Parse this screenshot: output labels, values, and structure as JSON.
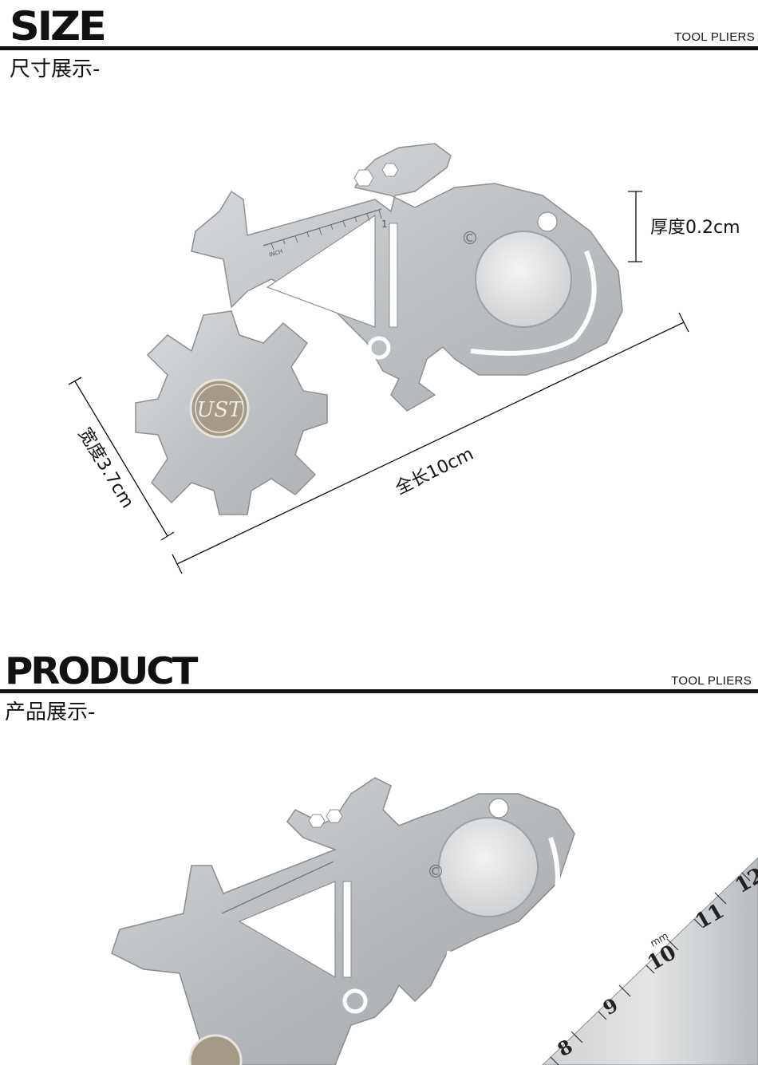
{
  "sections": [
    {
      "title": "SIZE",
      "right_label": "TOOL PLIERS",
      "subtitle": "尺寸展示-"
    },
    {
      "title": "PRODUCT",
      "right_label": "TOOL PLIERS",
      "subtitle": "产品展示-"
    }
  ],
  "dimensions": {
    "thickness": "厚度0.2cm",
    "width": "宽度3.7cm",
    "length": "全长10cm"
  },
  "tool": {
    "logo_text": "UST",
    "ruler_unit": "INCH",
    "ruler_mark": "1",
    "copyright": "©"
  },
  "ruler_photo": {
    "numbers": [
      "8",
      "9",
      "10",
      "11",
      "12"
    ],
    "unit": "mm"
  },
  "colors": {
    "steel": "#c4c6c8",
    "steel_dark": "#8e9194",
    "logo_bg": "#a49a88"
  }
}
